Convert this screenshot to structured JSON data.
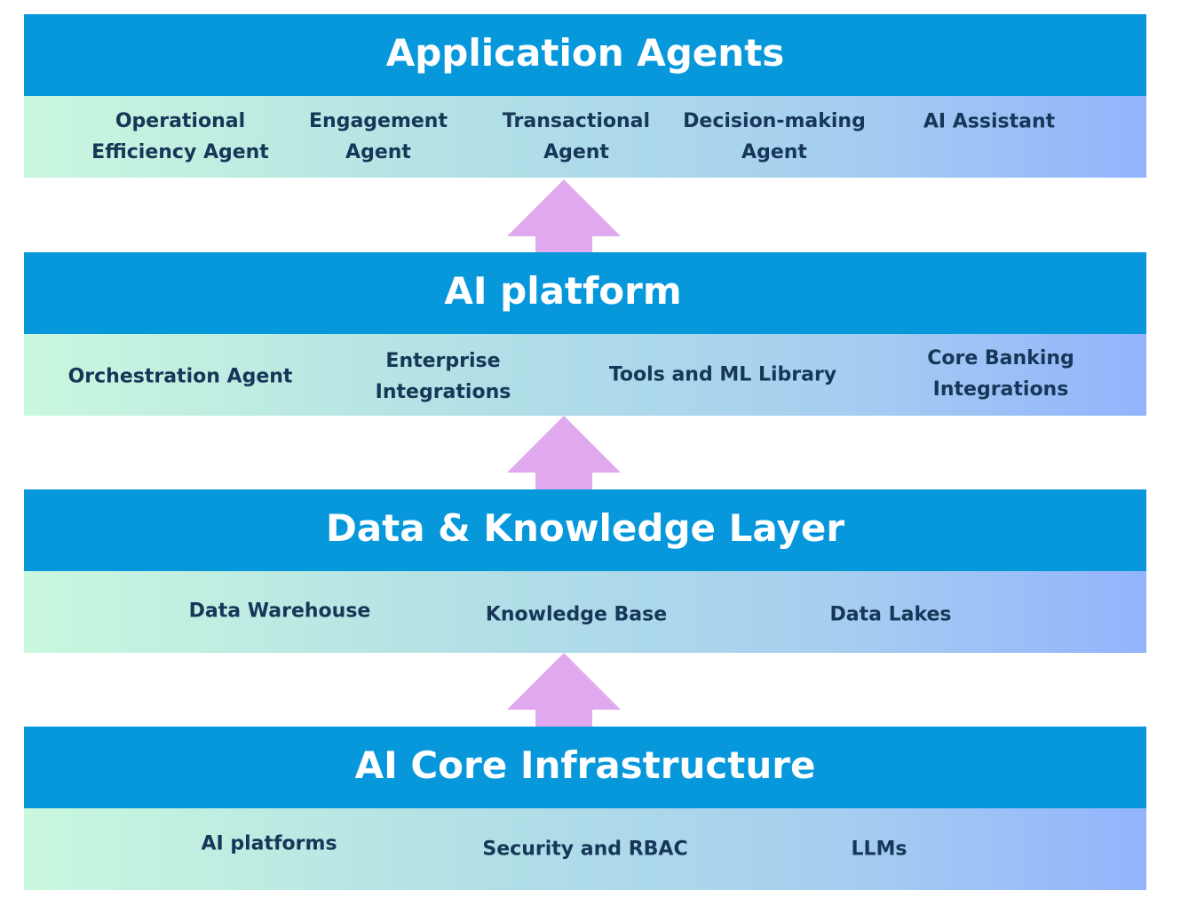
{
  "colors": {
    "band": "#0798DC",
    "band_text": "#ffffff",
    "item_text": "#163758",
    "arrow": "#E0A9EE",
    "gradient": [
      "#C9F8DE",
      "#B2E0E6",
      "#A6CFF0",
      "#93B4FC"
    ]
  },
  "layers": [
    {
      "title": "Application Agents",
      "items": [
        {
          "line1": "Operational",
          "line2": "Efficiency Agent"
        },
        {
          "line1": "Engagement",
          "line2": "Agent"
        },
        {
          "line1": "Transactional",
          "line2": "Agent"
        },
        {
          "line1": "Decision-making",
          "line2": "Agent"
        },
        {
          "line1": "AI Assistant"
        }
      ]
    },
    {
      "title": "AI platform",
      "items": [
        {
          "line1": "Orchestration Agent"
        },
        {
          "line1": "Enterprise",
          "line2": "Integrations"
        },
        {
          "line1": "Tools and ML Library"
        },
        {
          "line1": "Core Banking",
          "line2": "Integrations"
        }
      ]
    },
    {
      "title": "Data & Knowledge Layer",
      "items": [
        {
          "line1": "Data Warehouse"
        },
        {
          "line1": "Knowledge Base"
        },
        {
          "line1": "Data Lakes"
        }
      ]
    },
    {
      "title": "AI Core Infrastructure",
      "items": [
        {
          "line1": "AI platforms"
        },
        {
          "line1": "Security and RBAC"
        },
        {
          "line1": "LLMs"
        }
      ]
    }
  ],
  "arrows": [
    {
      "direction": "up",
      "icon": "up-arrow-icon"
    },
    {
      "direction": "up",
      "icon": "up-arrow-icon"
    },
    {
      "direction": "up",
      "icon": "up-arrow-icon"
    }
  ]
}
